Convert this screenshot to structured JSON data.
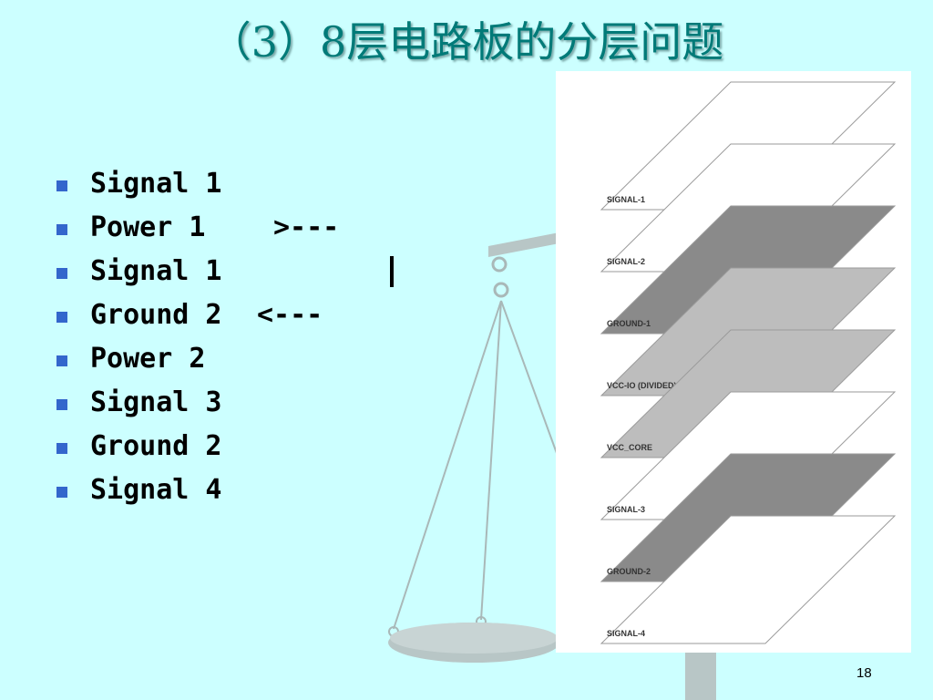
{
  "slide": {
    "title": "（3）8层电路板的分层问题",
    "bullets": [
      "Signal 1",
      "Power 1",
      "Signal 1",
      "Ground 2",
      "Power 2",
      "Signal 3",
      "Ground 2",
      "Signal 4"
    ],
    "annotations": {
      "arrow_right": ">---",
      "arrow_left": "<---"
    },
    "page_number": "18"
  },
  "figure": {
    "layers": [
      {
        "label": "SIGNAL-1",
        "fill": "#ffffff"
      },
      {
        "label": "SIGNAL-2",
        "fill": "#ffffff"
      },
      {
        "label": "GROUND-1",
        "fill": "#8a8a8a"
      },
      {
        "label": "VCC-IO (DIVIDED)",
        "fill": "#bdbdbd"
      },
      {
        "label": "VCC_CORE",
        "fill": "#bdbdbd"
      },
      {
        "label": "SIGNAL-3",
        "fill": "#ffffff"
      },
      {
        "label": "GROUND-2",
        "fill": "#8a8a8a"
      },
      {
        "label": "SIGNAL-4",
        "fill": "#ffffff"
      }
    ]
  },
  "colors": {
    "background": "#ccffff",
    "title": "#007a78",
    "bullet": "#3366cc"
  }
}
